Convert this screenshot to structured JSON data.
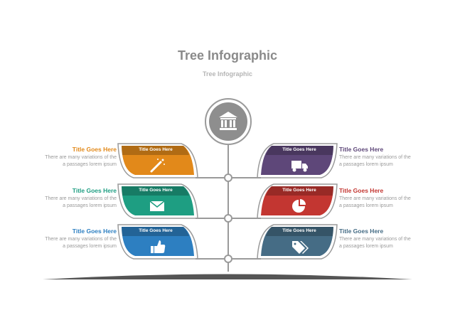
{
  "header": {
    "title": "Tree Infographic",
    "subtitle": "Tree Infographic"
  },
  "colors": {
    "orange": "#E2891A",
    "green": "#1E9E82",
    "blue": "#2D7FC1",
    "purple": "#5E4779",
    "red": "#C33631",
    "slate": "#456C85",
    "line": "#9a9a9a",
    "root": "#8e8e8e"
  },
  "root": {
    "icon": "bank-icon"
  },
  "left_items": [
    {
      "leaf_title": "Title Goes Here",
      "title": "Title Goes Here",
      "text_line1": "There are many variations of the",
      "text_line2": "a passages lorem ipsum",
      "color": "#E2891A",
      "icon": "magic-wand-icon"
    },
    {
      "leaf_title": "Title Goes Here",
      "title": "Title Goes Here",
      "text_line1": "There are many variations of the",
      "text_line2": "a passages lorem ipsum",
      "color": "#1E9E82",
      "icon": "envelope-icon"
    },
    {
      "leaf_title": "Title Goes Here",
      "title": "Title Goes Here",
      "text_line1": "There are many variations of the",
      "text_line2": "a passages lorem ipsum",
      "color": "#2D7FC1",
      "icon": "thumbs-up-icon"
    }
  ],
  "right_items": [
    {
      "leaf_title": "Title Goes Here",
      "title": "Title Goes Here",
      "text_line1": "There are many variations of the",
      "text_line2": "a passages lorem ipsum",
      "color": "#5E4779",
      "icon": "truck-icon"
    },
    {
      "leaf_title": "Title Goes Here",
      "title": "Title Goes Here",
      "text_line1": "There are many variations of the",
      "text_line2": "a passages lorem ipsum",
      "color": "#C33631",
      "icon": "pie-chart-icon"
    },
    {
      "leaf_title": "Title Goes Here",
      "title": "Title Goes Here",
      "text_line1": "There are many variations of the",
      "text_line2": "a passages lorem ipsum",
      "color": "#456C85",
      "icon": "tags-icon"
    }
  ]
}
